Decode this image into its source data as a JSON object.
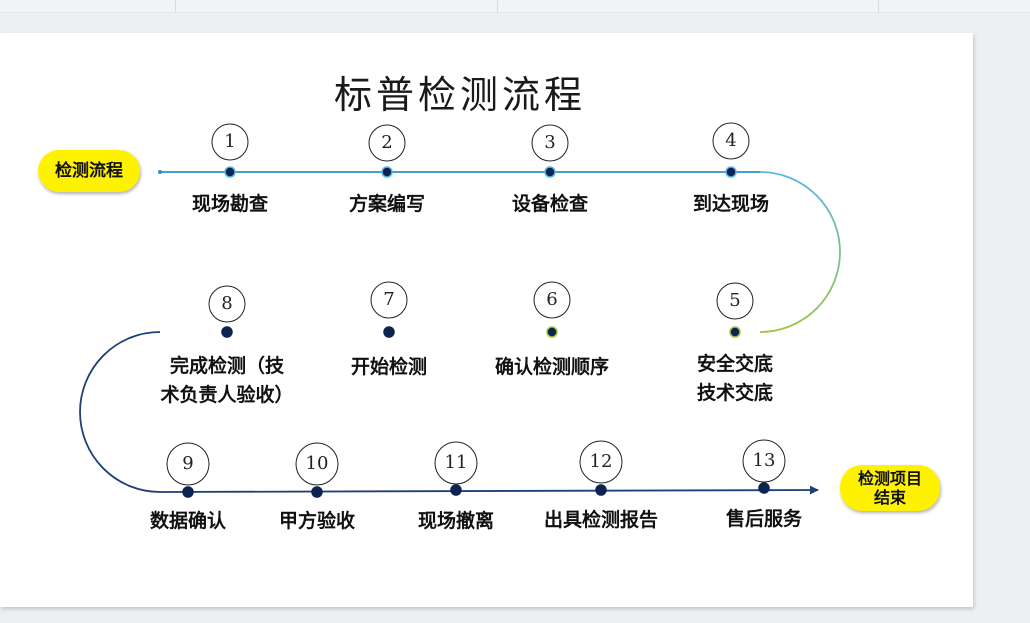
{
  "title": "标普检测流程",
  "start_badge": "检测流程",
  "end_badge": "检测项目\n结束",
  "steps": [
    {
      "num": "1",
      "label": "现场勘查"
    },
    {
      "num": "2",
      "label": "方案编写"
    },
    {
      "num": "3",
      "label": "设备检查"
    },
    {
      "num": "4",
      "label": "到达现场"
    },
    {
      "num": "5",
      "label": "安全交底\n技术交底"
    },
    {
      "num": "6",
      "label": "确认检测顺序"
    },
    {
      "num": "7",
      "label": "开始检测"
    },
    {
      "num": "8",
      "label": "完成检测（技\n术负责人验收）"
    },
    {
      "num": "9",
      "label": "数据确认"
    },
    {
      "num": "10",
      "label": "甲方验收"
    },
    {
      "num": "11",
      "label": "现场撤离"
    },
    {
      "num": "12",
      "label": "出具检测报告"
    },
    {
      "num": "13",
      "label": "售后服务"
    }
  ],
  "colors": {
    "line_blue": "#2f8fc8",
    "line_navy": "#1f3f7a",
    "line_green": "#9cc63d",
    "badge": "#fff200",
    "dot": "#0d2350"
  }
}
